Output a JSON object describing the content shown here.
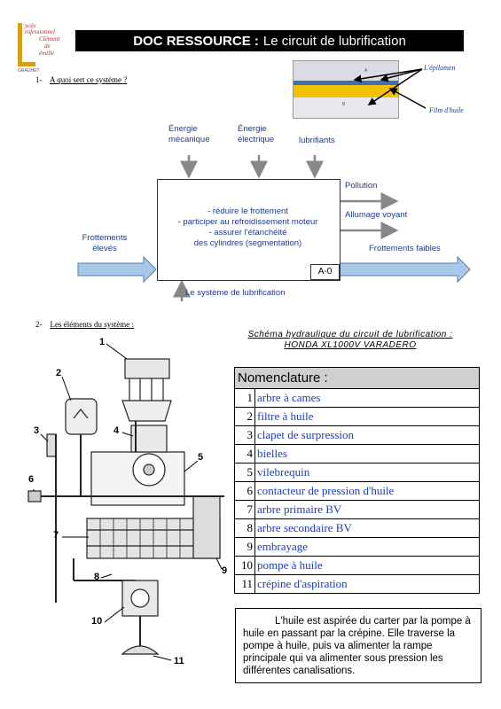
{
  "logo": {
    "lines": [
      "ycée",
      "rofessionnel",
      "Clément",
      "de",
      "émille"
    ],
    "small": "GRAUHET"
  },
  "header": {
    "bold": "DOC RESSOURCE :",
    "rest": "Le circuit de lubrification"
  },
  "q1": {
    "num": "1-",
    "text": "A quoi sert ce système ?"
  },
  "film": {
    "label_film": "L'épilamen",
    "label_huile": "Film d'huile",
    "letter_a": "A",
    "letter_b": "B"
  },
  "sadt": {
    "top_inputs": [
      {
        "l1": "Énergie",
        "l2": "mécanique"
      },
      {
        "l1": "Énergie",
        "l2": "électrique"
      },
      {
        "l1": "lubrifiants",
        "l2": ""
      }
    ],
    "input_left": {
      "l1": "Frottements",
      "l2": "élevés"
    },
    "box_lines": [
      "- réduire le frottement",
      "- participer au refroidissement moteur",
      "- assurer l'étanchéité",
      "des cylindres (segmentation)"
    ],
    "outputs": [
      "Pollution",
      "Allumage voyant",
      "Frottements faibles"
    ],
    "code": "A-0",
    "mechanism": "Le système de lubrification"
  },
  "q2": {
    "num": "2-",
    "text": "Les éléments du système :"
  },
  "schema_title": {
    "l1": "Schéma hydraulique du circuit de lubrification :",
    "l2": "HONDA XL1000V VARADERO"
  },
  "nomenclature": {
    "header": "Nomenclature :",
    "rows": [
      {
        "n": "1",
        "label": "arbre à cames"
      },
      {
        "n": "2",
        "label": "filtre à huile"
      },
      {
        "n": "3",
        "label": "clapet de surpression"
      },
      {
        "n": "4",
        "label": "bielles"
      },
      {
        "n": "5",
        "label": "vilebrequin"
      },
      {
        "n": "6",
        "label": "contacteur de pression d'huile"
      },
      {
        "n": "7",
        "label": "arbre primaire BV"
      },
      {
        "n": "8",
        "label": "arbre secondaire BV"
      },
      {
        "n": "9",
        "label": "embrayage"
      },
      {
        "n": "10",
        "label": "pompe à huile"
      },
      {
        "n": "11",
        "label": "crépine d'aspiration"
      }
    ]
  },
  "paragraph": "L'huile est aspirée du carter par la pompe à huile en passant par la crépine. Elle traverse la pompe à huile, puis va alimenter la rampe principale qui va alimenter sous pression les différentes canalisations.",
  "callouts": [
    "1",
    "2",
    "3",
    "4",
    "5",
    "6",
    "7",
    "8",
    "9",
    "10",
    "11"
  ]
}
